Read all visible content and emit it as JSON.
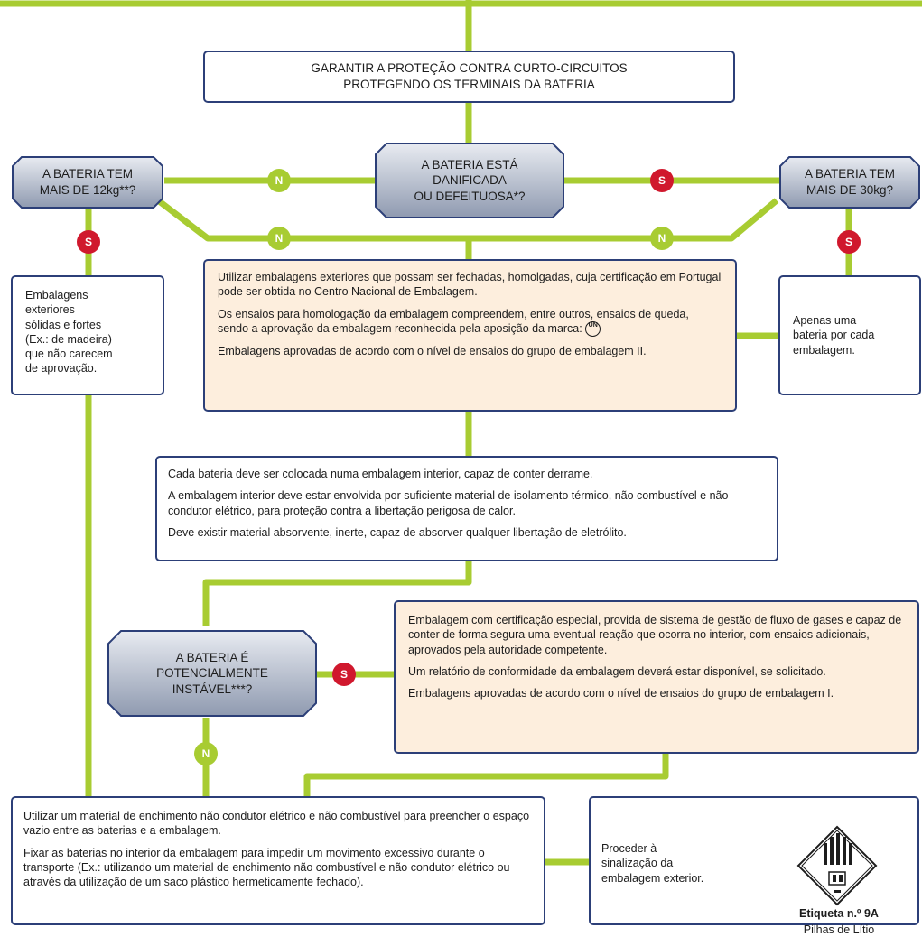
{
  "top_box": {
    "line1": "GARANTIR A PROTEÇÃO CONTRA CURTO-CIRCUITOS",
    "line2": "PROTEGENDO OS TERMINAIS DA BATERIA"
  },
  "decisions": {
    "damaged": [
      "A BATERIA ESTÁ",
      "DANIFICADA",
      "OU DEFEITUOSA*?"
    ],
    "over12": [
      "A BATERIA TEM",
      "MAIS DE 12kg**?"
    ],
    "over30": [
      "A BATERIA TEM",
      "MAIS DE 30kg?"
    ],
    "unstable": [
      "A BATERIA É",
      "POTENCIALMENTE",
      "INSTÁVEL***?"
    ]
  },
  "badges": {
    "yes": "S",
    "no": "N"
  },
  "boxes": {
    "left_box": [
      "Embalagens",
      "exteriores",
      "sólidas e fortes",
      "(Ex.: de madeira)",
      "que não carecem",
      "de aprovação."
    ],
    "right_box": [
      "Apenas uma",
      "bateria por cada",
      "embalagem."
    ],
    "center_orange": {
      "p1": "Utilizar embalagens exteriores que possam ser fechadas, homolgadas, cuja certificação em Portugal pode ser obtida no Centro Nacional de Embalagem.",
      "p2": "Os ensaios para homologação da embalagem compreendem, entre outros, ensaios de queda, sendo a aprovação da embalagem reconhecida pela aposição da marca:",
      "un_mark": "UN",
      "p3": "Embalagens aprovadas de acordo com o nível de ensaios do grupo de embalagem II."
    },
    "inner_box": {
      "p1": "Cada bateria deve ser colocada numa embalagem interior, capaz de conter derrame.",
      "p2": "A embalagem interior deve estar envolvida por suficiente material de isolamento térmico, não combustível e não condutor elétrico, para proteção contra a libertação perigosa de calor.",
      "p3": "Deve existir material absorvente, inerte, capaz de absorver qualquer libertação de eletrólito."
    },
    "special_orange": {
      "p1": "Embalagem com certificação especial, provida de sistema de gestão de fluxo de gases e capaz de conter de forma segura uma eventual reação que ocorra no interior, com ensaios adicionais, aprovados pela autoridade competente.",
      "p2": "Um relatório de conformidade da embalagem deverá estar disponível, se solicitado.",
      "p3": "Embalagens aprovadas de acordo com o nível de ensaios do grupo de embalagem I."
    },
    "fill_box": {
      "p1": "Utilizar um material de enchimento não condutor elétrico e não combustível para preencher o espaço vazio entre as baterias e a embalagem.",
      "p2": "Fixar as baterias no interior da embalagem para impedir um movimento excessivo durante o transporte (Ex.: utilizando um material de enchimento não combustível e não condutor elétrico ou através da utilização de um saco plástico hermeticamente fechado)."
    },
    "label_box": {
      "text": [
        "Proceder à",
        "sinalização da",
        "embalagem exterior."
      ],
      "label_title": "Etiqueta n.º 9A",
      "label_subtitle": "Pilhas de Lítio"
    }
  },
  "colors": {
    "connector": "#a8cc32",
    "border": "#2c3f78",
    "yes_badge": "#d0182d",
    "no_badge": "#a8cc32",
    "orange_fill": "#fdeedd"
  }
}
